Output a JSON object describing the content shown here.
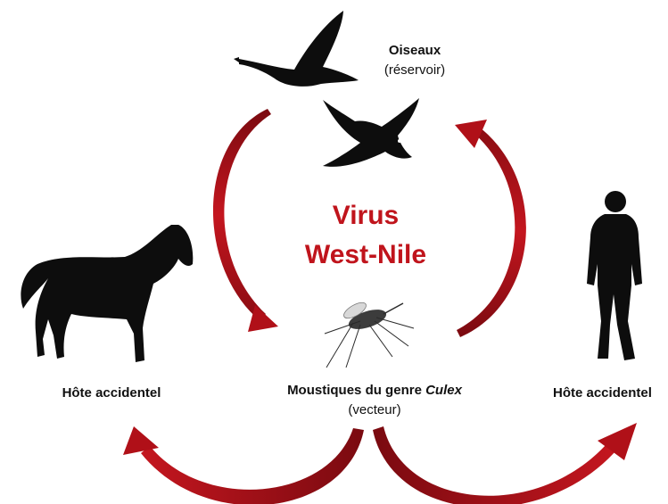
{
  "center": {
    "line1": "Virus",
    "line2": "West-Nile"
  },
  "birds": {
    "title": "Oiseaux",
    "subtitle": "(réservoir)"
  },
  "mosquito": {
    "title_prefix": "Moustiques du genre ",
    "title_italic": "Culex",
    "subtitle": "(vecteur)"
  },
  "horse": {
    "label": "Hôte accidentel"
  },
  "human": {
    "label": "Hôte accidentel"
  },
  "colors": {
    "arrow": "#b01018",
    "arrow_dark": "#7a0a10",
    "title": "#c0141c",
    "silhouette": "#0d0d0d"
  },
  "icons": [
    "flying-goose-icon",
    "dove-icon",
    "mosquito-icon",
    "horse-icon",
    "human-icon"
  ]
}
